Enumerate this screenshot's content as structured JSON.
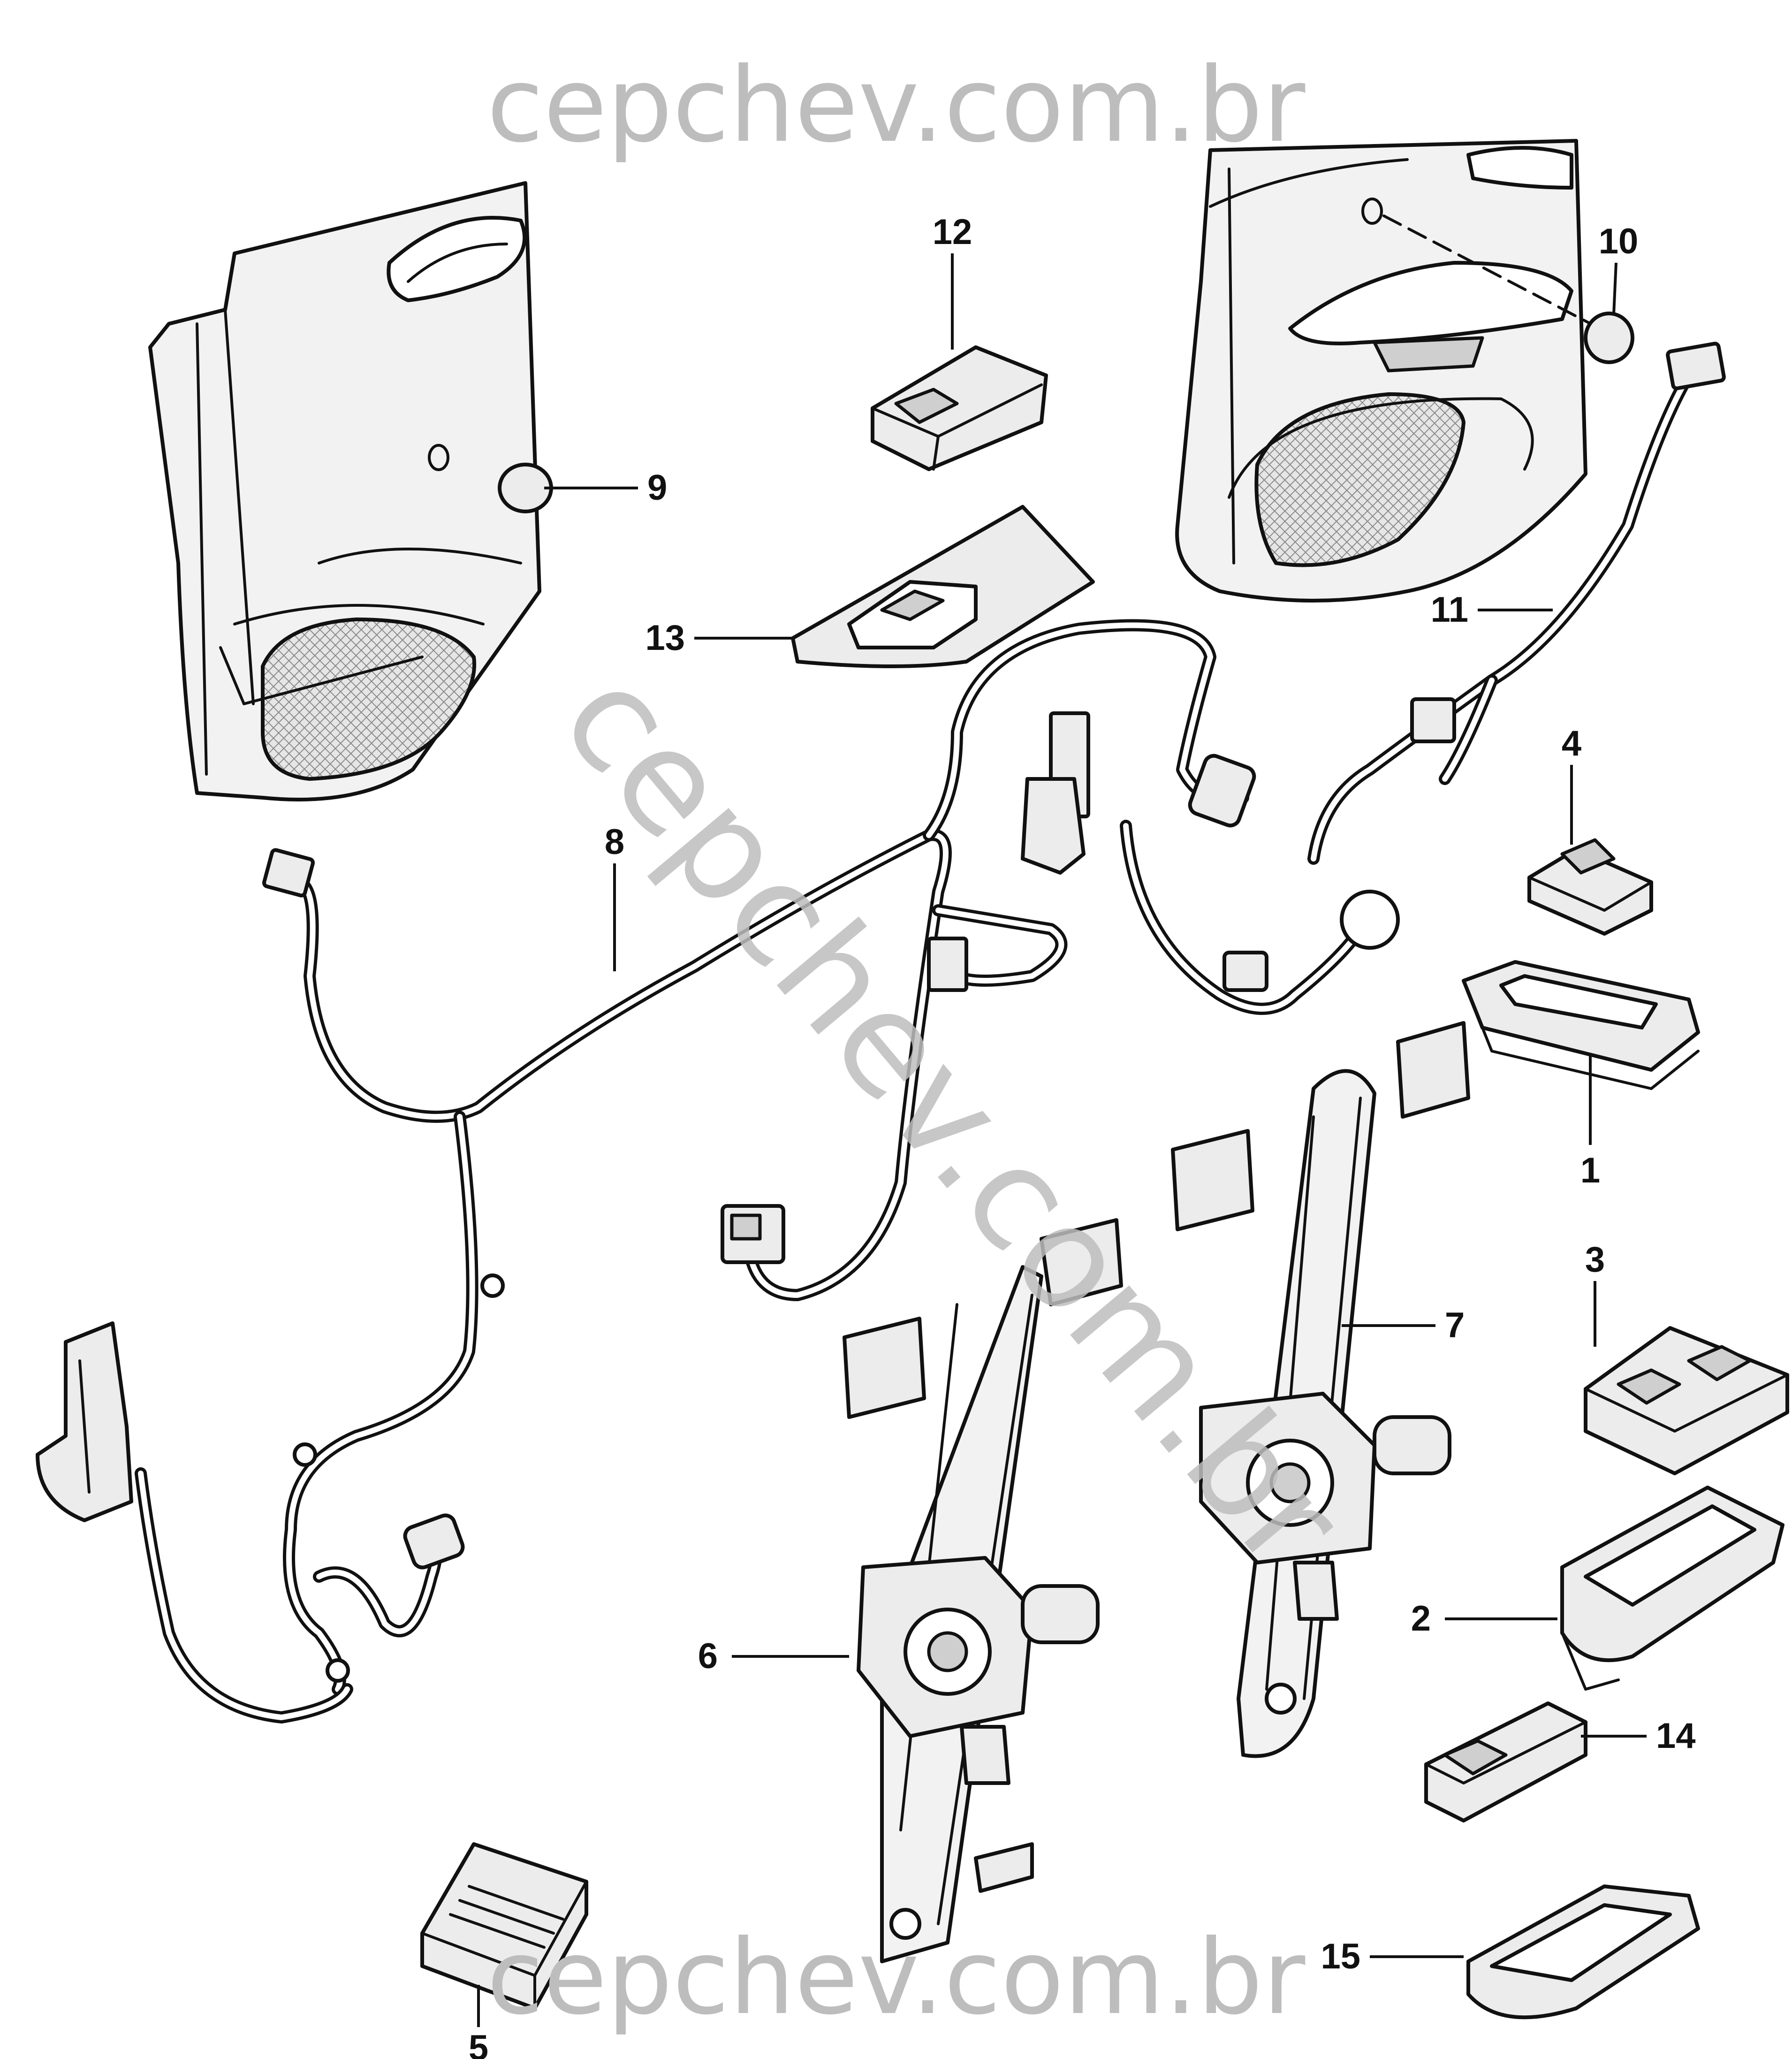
{
  "watermark": {
    "top": "cepchev.com.br",
    "bottom": "cepchev.com.br",
    "diagonal": "cepchev.com.br",
    "color": "#bdbdbd"
  },
  "callouts": [
    "1",
    "2",
    "3",
    "4",
    "5",
    "6",
    "7",
    "8",
    "9",
    "10",
    "11",
    "12",
    "13",
    "14",
    "15"
  ],
  "colors": {
    "line": "#111111",
    "panel": "#f3f2f2",
    "part": "#ececec"
  }
}
